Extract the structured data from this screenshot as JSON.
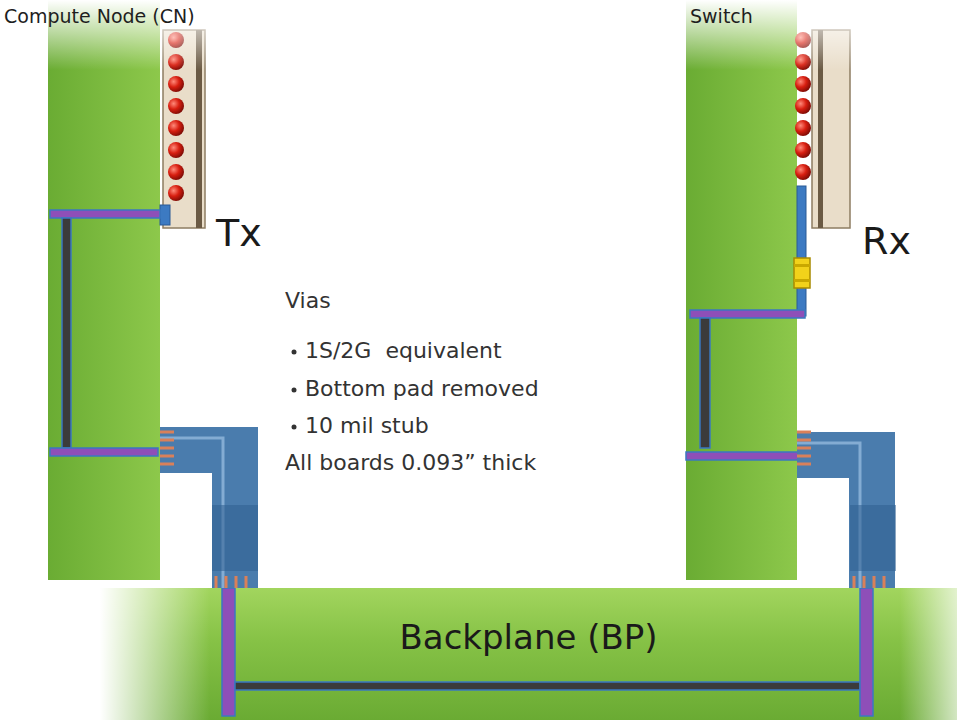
{
  "diagram": {
    "nodes": [
      {
        "text": [
          "Compute Node (CN)"
        ]
      },
      {
        "text": [
          "Switch"
        ]
      },
      {
        "text": [
          "Backplane (BP)"
        ]
      }
    ],
    "edges": [
      {
        "from": 0,
        "to": 2,
        "arrow": "none"
      },
      {
        "from": 1,
        "to": 2,
        "arrow": "none"
      }
    ],
    "labels": [
      "Tx",
      "Rx",
      "Vias",
      "1S/2G  equivalent",
      "Bottom pad removed",
      "10 mil stub",
      "All boards 0.093” thick"
    ]
  }
}
